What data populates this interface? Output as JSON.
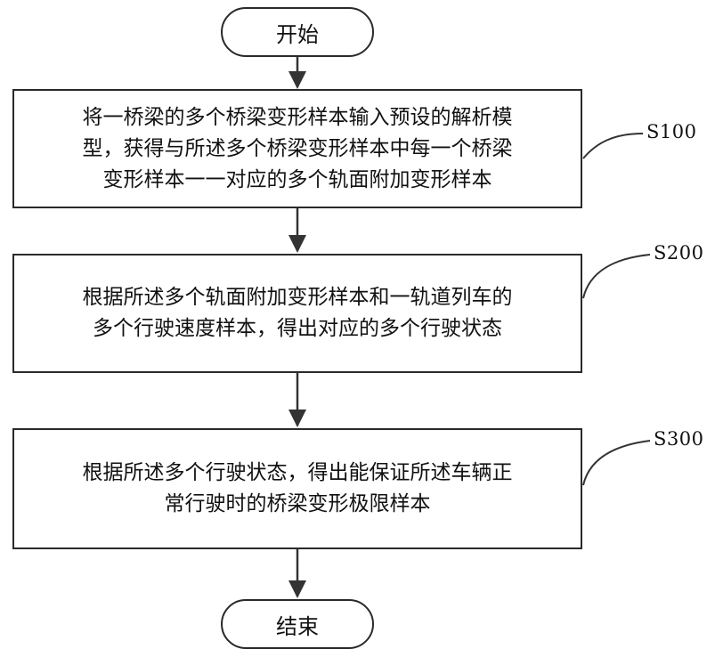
{
  "start": {
    "text": "开始"
  },
  "end": {
    "text": "结束"
  },
  "steps": [
    {
      "id": "S100",
      "lines": [
        "将一桥梁的多个桥梁变形样本输入预设的解析模",
        "型，获得与所述多个桥梁变形样本中每一个桥梁",
        "变形样本一一对应的多个轨面附加变形样本"
      ]
    },
    {
      "id": "S200",
      "lines": [
        "根据所述多个轨面附加变形样本和一轨道列车的",
        "多个行驶速度样本，得出对应的多个行驶状态"
      ]
    },
    {
      "id": "S300",
      "lines": [
        "根据所述多个行驶状态，得出能保证所述车辆正",
        "常行驶时的桥梁变形极限样本"
      ]
    }
  ]
}
